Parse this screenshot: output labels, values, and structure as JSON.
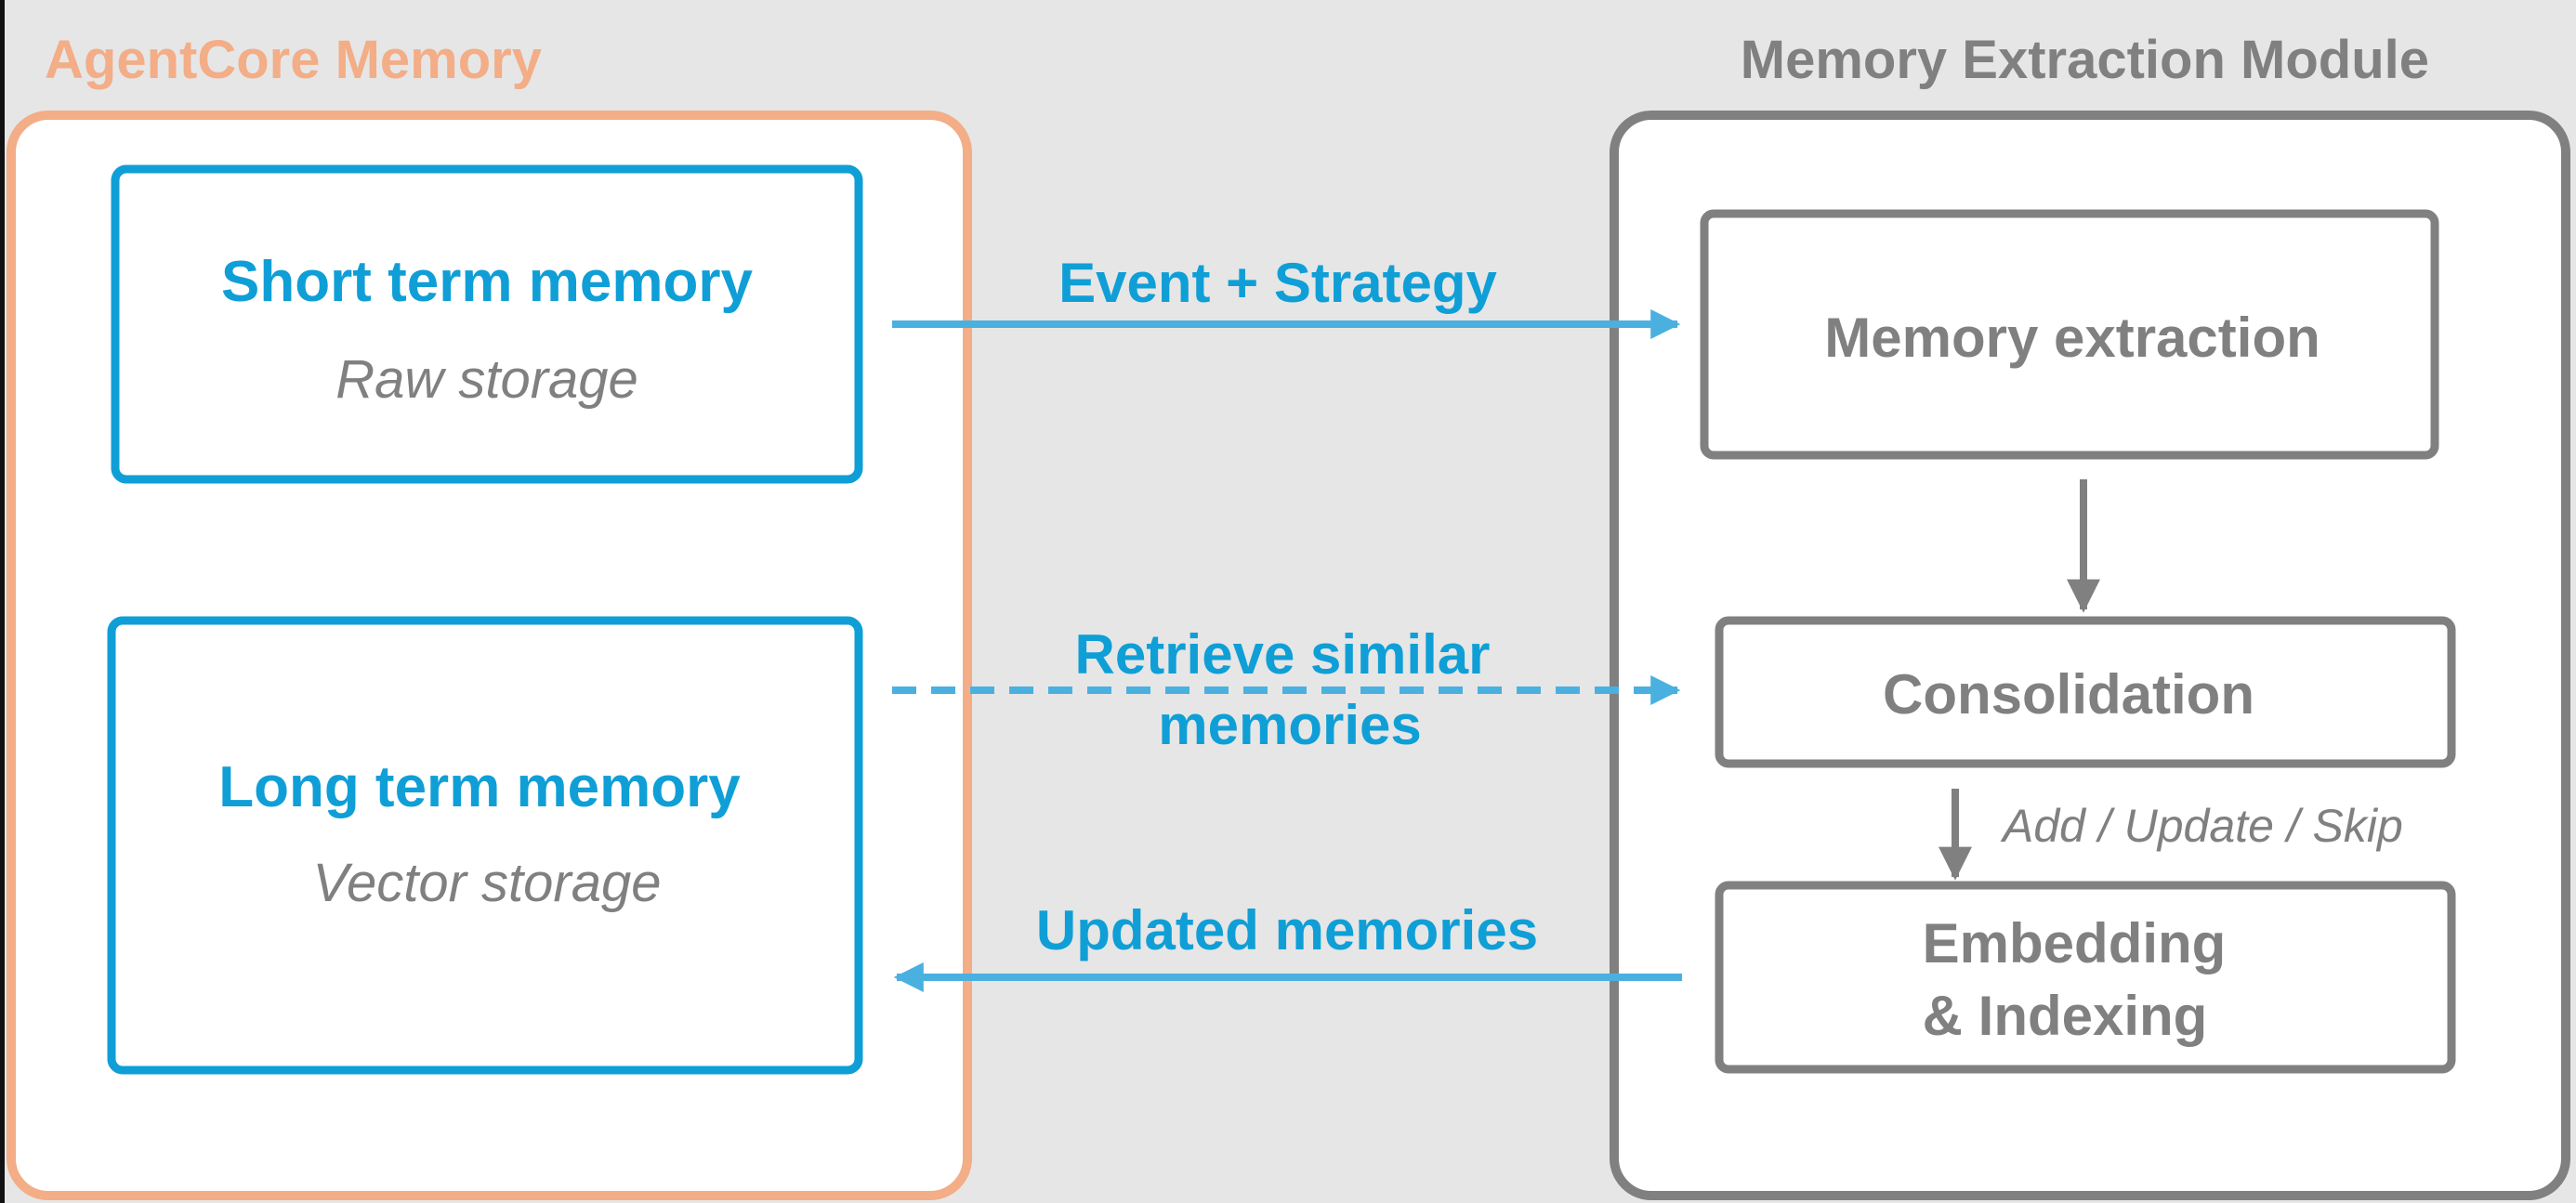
{
  "colors": {
    "background": "#e6e6e6",
    "agentcore_accent": "#f3ad87",
    "memory_blue": "#0f9fd6",
    "arrow_blue": "#4ab0e0",
    "module_grey": "#808080"
  },
  "agentcore": {
    "title": "AgentCore Memory",
    "short_term": {
      "title": "Short term memory",
      "subtitle": "Raw storage"
    },
    "long_term": {
      "title": "Long term memory",
      "subtitle": "Vector storage"
    }
  },
  "module": {
    "title": "Memory Extraction Module",
    "steps": [
      {
        "label": "Memory extraction"
      },
      {
        "label": "Consolidation"
      },
      {
        "label_line1": "Embedding",
        "label_line2": "& Indexing"
      }
    ],
    "step_transition_label": "Add / Update / Skip"
  },
  "flows": {
    "event_strategy": "Event + Strategy",
    "retrieve_line1": "Retrieve similar",
    "retrieve_line2": "memories",
    "updated": "Updated memories"
  }
}
